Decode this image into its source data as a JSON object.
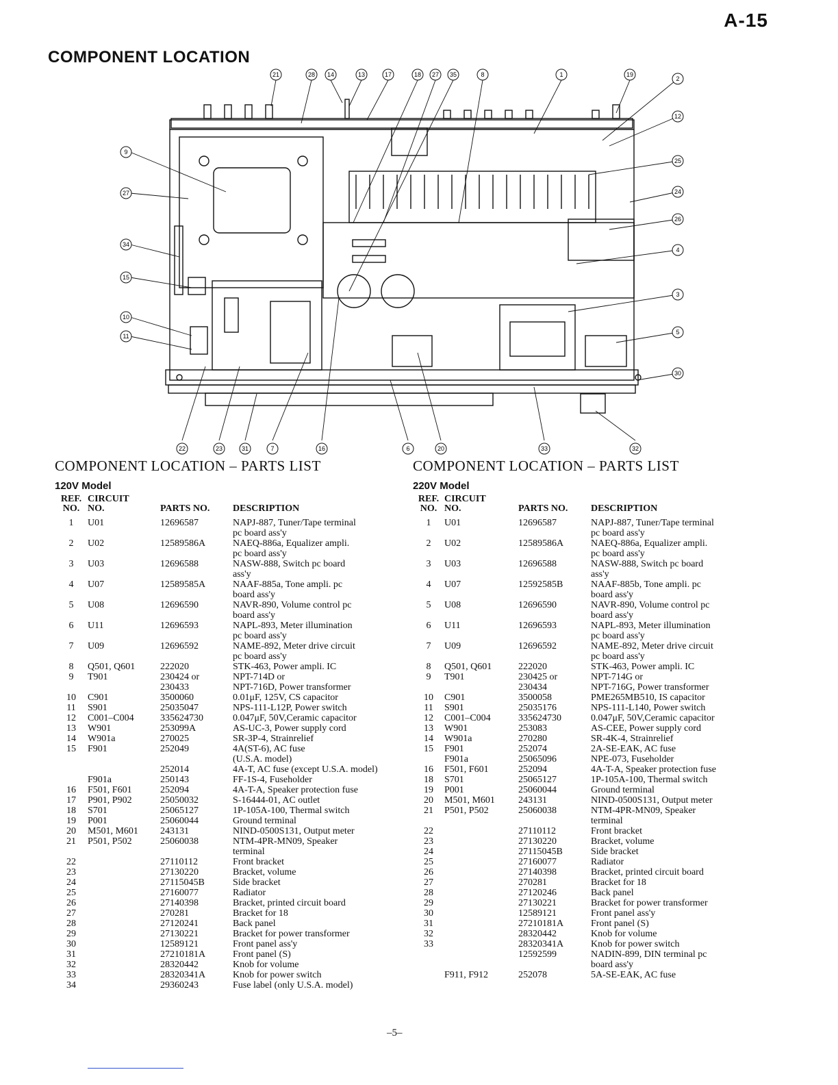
{
  "page_number": "A-15",
  "main_title": "COMPONENT LOCATION",
  "diagram": {
    "top_callouts": [
      "21",
      "28",
      "14",
      "13",
      "17",
      "18",
      "27",
      "35",
      "8",
      "1",
      "19"
    ],
    "right_callouts": [
      "2",
      "12",
      "25",
      "24",
      "26",
      "4",
      "3",
      "5",
      "30"
    ],
    "left_callouts": [
      "9",
      "27",
      "34",
      "15",
      "10",
      "11"
    ],
    "bottom_callouts": [
      "22",
      "23",
      "31",
      "7",
      "16",
      "6",
      "20",
      "33",
      "32"
    ]
  },
  "left_list": {
    "title": "COMPONENT  LOCATION – PARTS  LIST",
    "model": "120V  Model",
    "headers": {
      "ref_a": "REF.",
      "ref_b": "NO.",
      "circuit_a": "CIRCUIT",
      "circuit_b": "NO.",
      "parts": "PARTS NO.",
      "desc": "DESCRIPTION"
    },
    "rows": [
      {
        "ref": "1",
        "circuit": "U01",
        "parts": "12696587",
        "desc": "NAPJ-887, Tuner/Tape terminal",
        "desc2": "pc board ass'y"
      },
      {
        "ref": "2",
        "circuit": "U02",
        "parts": "12589586A",
        "desc": "NAEQ-886a, Equalizer ampli.",
        "desc2": "pc board ass'y"
      },
      {
        "ref": "3",
        "circuit": "U03",
        "parts": "12696588",
        "desc": "NASW-888, Switch pc board",
        "desc2": "ass'y"
      },
      {
        "ref": "4",
        "circuit": "U07",
        "parts": "12589585A",
        "desc": "NAAF-885a, Tone ampli. pc",
        "desc2": "board ass'y"
      },
      {
        "ref": "5",
        "circuit": "U08",
        "parts": "12696590",
        "desc": "NAVR-890, Volume control pc",
        "desc2": "board ass'y"
      },
      {
        "ref": "6",
        "circuit": "U11",
        "parts": "12696593",
        "desc": "NAPL-893, Meter illumination",
        "desc2": "pc board ass'y"
      },
      {
        "ref": "7",
        "circuit": "U09",
        "parts": "12696592",
        "desc": "NAME-892, Meter drive circuit",
        "desc2": "pc board ass'y"
      },
      {
        "ref": "8",
        "circuit": "Q501, Q601",
        "parts": "222020",
        "desc": "STK-463, Power ampli. IC"
      },
      {
        "ref": "9",
        "circuit": "T901",
        "parts": "230424 or",
        "desc": "NPT-714D or"
      },
      {
        "ref": "",
        "circuit": "",
        "parts": "230433",
        "desc": "NPT-716D, Power transformer"
      },
      {
        "ref": "10",
        "circuit": "C901",
        "parts": "3500060",
        "desc": "0.01μF, 125V, CS capacitor"
      },
      {
        "ref": "11",
        "circuit": "S901",
        "parts": "25035047",
        "desc": "NPS-111-L12P, Power switch"
      },
      {
        "ref": "12",
        "circuit": "C001–C004",
        "parts": "335624730",
        "desc": "0.047μF, 50V,Ceramic capacitor"
      },
      {
        "ref": "13",
        "circuit": "W901",
        "parts": "253099A",
        "desc": "AS-UC-3, Power supply cord"
      },
      {
        "ref": "14",
        "circuit": "W901a",
        "parts": "270025",
        "desc": "SR-3P-4, Strainrelief"
      },
      {
        "ref": "15",
        "circuit": "F901",
        "parts": "252049",
        "desc": "4A(ST-6), AC fuse"
      },
      {
        "ref": "",
        "circuit": "",
        "parts": "",
        "desc": "(U.S.A. model)"
      },
      {
        "ref": "",
        "circuit": "",
        "parts": "252014",
        "desc": "4A-T, AC fuse (except U.S.A. model)"
      },
      {
        "ref": "",
        "circuit": "F901a",
        "parts": "250143",
        "desc": "FF-1S-4, Fuseholder"
      },
      {
        "ref": "16",
        "circuit": "F501, F601",
        "parts": "252094",
        "desc": "4A-T-A, Speaker protection fuse"
      },
      {
        "ref": "17",
        "circuit": "P901, P902",
        "parts": "25050032",
        "desc": "S-16444-01, AC outlet"
      },
      {
        "ref": "18",
        "circuit": "S701",
        "parts": "25065127",
        "desc": "1P-105A-100, Thermal switch"
      },
      {
        "ref": "19",
        "circuit": "P001",
        "parts": "25060044",
        "desc": "Ground terminal"
      },
      {
        "ref": "20",
        "circuit": "M501, M601",
        "parts": "243131",
        "desc": "NIND-0500S131, Output meter"
      },
      {
        "ref": "21",
        "circuit": "P501, P502",
        "parts": "25060038",
        "desc": "NTM-4PR-MN09, Speaker",
        "desc2": "terminal"
      },
      {
        "ref": "22",
        "circuit": "",
        "parts": "27110112",
        "desc": "Front bracket"
      },
      {
        "ref": "23",
        "circuit": "",
        "parts": "27130220",
        "desc": "Bracket, volume"
      },
      {
        "ref": "24",
        "circuit": "",
        "parts": "27115045B",
        "desc": "Side bracket"
      },
      {
        "ref": "25",
        "circuit": "",
        "parts": "27160077",
        "desc": "Radiator"
      },
      {
        "ref": "26",
        "circuit": "",
        "parts": "27140398",
        "desc": "Bracket, printed circuit board"
      },
      {
        "ref": "27",
        "circuit": "",
        "parts": "270281",
        "desc": "Bracket for 18"
      },
      {
        "ref": "28",
        "circuit": "",
        "parts": "27120241",
        "desc": "Back panel"
      },
      {
        "ref": "29",
        "circuit": "",
        "parts": "27130221",
        "desc": "Bracket for power transformer"
      },
      {
        "ref": "30",
        "circuit": "",
        "parts": "12589121",
        "desc": "Front panel ass'y"
      },
      {
        "ref": "31",
        "circuit": "",
        "parts": "27210181A",
        "desc": "Front panel (S)"
      },
      {
        "ref": "32",
        "circuit": "",
        "parts": "28320442",
        "desc": "Knob for volume"
      },
      {
        "ref": "33",
        "circuit": "",
        "parts": "28320341A",
        "desc": "Knob for power switch"
      },
      {
        "ref": "34",
        "circuit": "",
        "parts": "29360243",
        "desc": "Fuse label (only U.S.A. model)"
      }
    ]
  },
  "right_list": {
    "title": "COMPONENT  LOCATION – PARTS  LIST",
    "model": "220V  Model",
    "headers": {
      "ref_a": "REF.",
      "ref_b": "NO.",
      "circuit_a": "CIRCUIT",
      "circuit_b": "NO.",
      "parts": "PARTS NO.",
      "desc": "DESCRIPTION"
    },
    "rows": [
      {
        "ref": "1",
        "circuit": "U01",
        "parts": "12696587",
        "desc": "NAPJ-887, Tuner/Tape terminal",
        "desc2": "pc board ass'y"
      },
      {
        "ref": "2",
        "circuit": "U02",
        "parts": "12589586A",
        "desc": "NAEQ-886a, Equalizer ampli.",
        "desc2": "pc board ass'y"
      },
      {
        "ref": "3",
        "circuit": "U03",
        "parts": "12696588",
        "desc": "NASW-888, Switch pc board",
        "desc2": "ass'y"
      },
      {
        "ref": "4",
        "circuit": "U07",
        "parts": "12592585B",
        "desc": "NAAF-885b, Tone ampli. pc",
        "desc2": "board ass'y"
      },
      {
        "ref": "5",
        "circuit": "U08",
        "parts": "12696590",
        "desc": "NAVR-890, Volume control pc",
        "desc2": "board ass'y"
      },
      {
        "ref": "6",
        "circuit": "U11",
        "parts": "12696593",
        "desc": "NAPL-893, Meter illumination",
        "desc2": "pc board ass'y"
      },
      {
        "ref": "7",
        "circuit": "U09",
        "parts": "12696592",
        "desc": "NAME-892, Meter drive circuit",
        "desc2": "pc board ass'y"
      },
      {
        "ref": "8",
        "circuit": "Q501, Q601",
        "parts": "222020",
        "desc": "STK-463, Power ampli. IC"
      },
      {
        "ref": "9",
        "circuit": "T901",
        "parts": "230425 or",
        "desc": "NPT-714G or"
      },
      {
        "ref": "",
        "circuit": "",
        "parts": "230434",
        "desc": "NPT-716G, Power transformer"
      },
      {
        "ref": "10",
        "circuit": "C901",
        "parts": "3500058",
        "desc": "PME265MB510, IS capacitor"
      },
      {
        "ref": "11",
        "circuit": "S901",
        "parts": "25035176",
        "desc": "NPS-111-L140, Power switch"
      },
      {
        "ref": "12",
        "circuit": "C001–C004",
        "parts": "335624730",
        "desc": "0.047μF, 50V,Ceramic capacitor"
      },
      {
        "ref": "13",
        "circuit": "W901",
        "parts": "253083",
        "desc": "AS-CEE, Power supply cord"
      },
      {
        "ref": "14",
        "circuit": "W901a",
        "parts": "270280",
        "desc": "SR-4K-4, Strainrelief"
      },
      {
        "ref": "15",
        "circuit": "F901",
        "parts": "252074",
        "desc": "2A-SE-EAK, AC fuse"
      },
      {
        "ref": "",
        "circuit": "F901a",
        "parts": "25065096",
        "desc": "NPE-073, Fuseholder"
      },
      {
        "ref": "16",
        "circuit": "F501, F601",
        "parts": "252094",
        "desc": "4A-T-A, Speaker protection fuse"
      },
      {
        "ref": "18",
        "circuit": "S701",
        "parts": "25065127",
        "desc": "1P-105A-100, Thermal switch"
      },
      {
        "ref": "19",
        "circuit": "P001",
        "parts": "25060044",
        "desc": "Ground terminal"
      },
      {
        "ref": "20",
        "circuit": "M501, M601",
        "parts": "243131",
        "desc": "NIND-0500S131, Output meter"
      },
      {
        "ref": "21",
        "circuit": "P501, P502",
        "parts": "25060038",
        "desc": "NTM-4PR-MN09, Speaker",
        "desc2": "terminal"
      },
      {
        "ref": "22",
        "circuit": "",
        "parts": "27110112",
        "desc": "Front bracket"
      },
      {
        "ref": "23",
        "circuit": "",
        "parts": "27130220",
        "desc": "Bracket, volume"
      },
      {
        "ref": "24",
        "circuit": "",
        "parts": "27115045B",
        "desc": "Side bracket"
      },
      {
        "ref": "25",
        "circuit": "",
        "parts": "27160077",
        "desc": "Radiator"
      },
      {
        "ref": "26",
        "circuit": "",
        "parts": "27140398",
        "desc": "Bracket, printed circuit board"
      },
      {
        "ref": "27",
        "circuit": "",
        "parts": "270281",
        "desc": "Bracket for 18"
      },
      {
        "ref": "28",
        "circuit": "",
        "parts": "27120246",
        "desc": "Back panel"
      },
      {
        "ref": "29",
        "circuit": "",
        "parts": "27130221",
        "desc": "Bracket for power transformer"
      },
      {
        "ref": "30",
        "circuit": "",
        "parts": "12589121",
        "desc": "Front panel ass'y"
      },
      {
        "ref": "31",
        "circuit": "",
        "parts": "27210181A",
        "desc": "Front panel (S)"
      },
      {
        "ref": "32",
        "circuit": "",
        "parts": "28320442",
        "desc": "Knob for volume"
      },
      {
        "ref": "33",
        "circuit": "",
        "parts": "28320341A",
        "desc": "Knob for power switch"
      },
      {
        "ref": "",
        "circuit": "",
        "parts": "12592599",
        "desc": "NADIN-899, DIN terminal pc",
        "desc2": "board ass'y"
      },
      {
        "ref": "",
        "circuit": "F911, F912",
        "parts": "252078",
        "desc": "5A-SE-EAK, AC fuse"
      }
    ]
  },
  "footer": "–5–"
}
